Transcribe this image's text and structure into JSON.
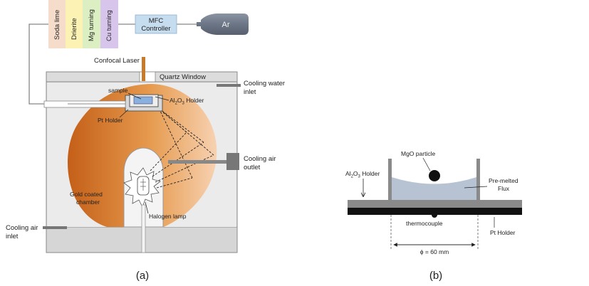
{
  "gas_train": {
    "purifiers": [
      "Soda lime",
      "Drierite",
      "Mg turning",
      "Cu turning"
    ],
    "purifier_colors": [
      "#f6dccb",
      "#fbf2b4",
      "#dbefc2",
      "#d8c5ec"
    ],
    "controller_line1": "MFC",
    "controller_line2": "Controller",
    "cylinder": "Ar"
  },
  "diagram_a": {
    "confocal_laser": "Confocal Laser",
    "quartz_window": "Quartz Window",
    "cooling_water_line1": "Cooling water",
    "cooling_water_line2": "inlet",
    "sample": "sample",
    "holder_prefix": "Al",
    "holder_sub1": "2",
    "holder_mid": "O",
    "holder_sub2": "3",
    "holder_suffix": " Holder",
    "pt_holder": "Pt Holder",
    "cooling_air_outlet_line1": "Cooling air",
    "cooling_air_outlet_line2": "outlet",
    "gold_chamber_line1": "Gold coated",
    "gold_chamber_line2": "chamber",
    "halogen_lamp": "Halogen lamp",
    "cooling_air_inlet_line1": "Cooling air",
    "cooling_air_inlet_line2": "inlet",
    "caption": "(a)"
  },
  "diagram_b": {
    "mgo_particle": "MgO particle",
    "holder_prefix": "Al",
    "holder_sub1": "2",
    "holder_mid": "O",
    "holder_sub2": "3",
    "holder_suffix": " Holder",
    "flux_line1": "Pre-melted",
    "flux_line2": "Flux",
    "thermocouple": "thermocouple",
    "pt_holder": "Pt Holder",
    "diameter": "ϕ = 60 mm",
    "caption": "(b)"
  }
}
